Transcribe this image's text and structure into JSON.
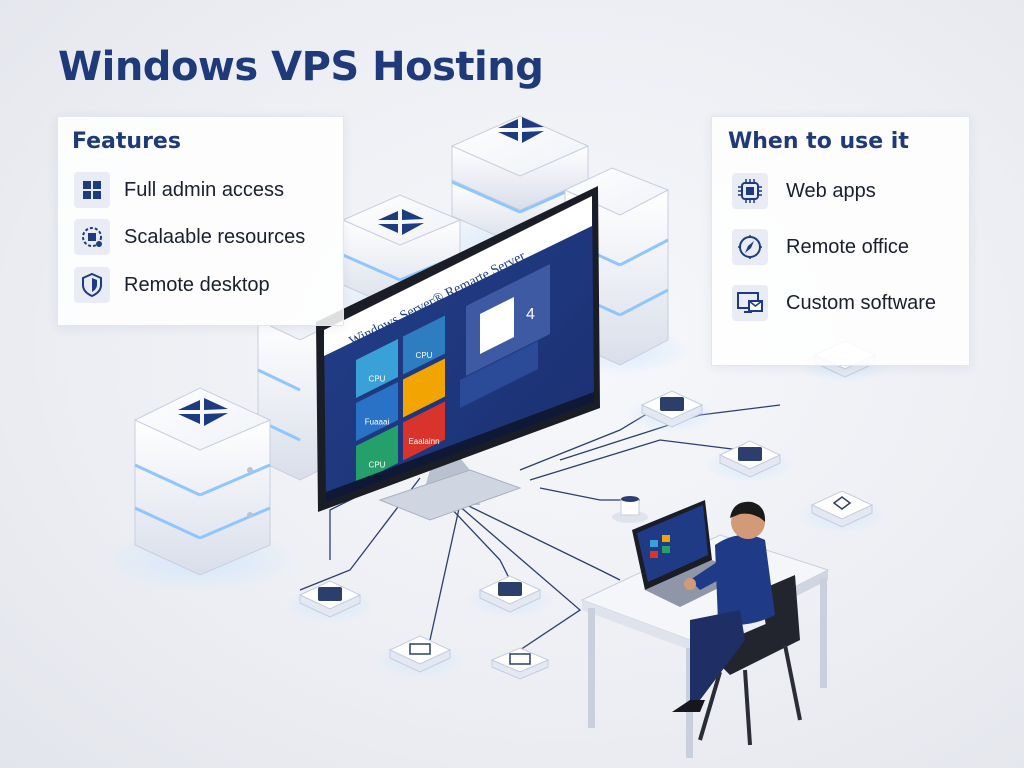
{
  "title": "Windows VPS Hosting",
  "features": {
    "heading": "Features",
    "items": [
      {
        "label": "Full admin access",
        "icon": "windows-logo-icon"
      },
      {
        "label": "Scalaable resources",
        "icon": "gear-chip-icon"
      },
      {
        "label": "Remote desktop",
        "icon": "shield-icon"
      }
    ]
  },
  "when_to_use": {
    "heading": "When to use it",
    "items": [
      {
        "label": "Web apps",
        "icon": "chip-icon"
      },
      {
        "label": "Remote office",
        "icon": "compass-icon"
      },
      {
        "label": "Custom software",
        "icon": "monitor-mail-icon"
      }
    ]
  },
  "monitor": {
    "window_title": "Windows Server® Remarte Server",
    "tiles": [
      {
        "label": "CPU",
        "color": "#3aa0d8"
      },
      {
        "label": "CPU",
        "color": "#2f7dc1"
      },
      {
        "label": "Fuaaai",
        "color": "#2a72c6"
      },
      {
        "label": "",
        "color": "#f2a400"
      },
      {
        "label": "CPU",
        "color": "#25a06a"
      },
      {
        "label": "Eaalainn",
        "color": "#d9342b"
      }
    ],
    "panel_digit": "4"
  },
  "colors": {
    "brand": "#1f3a7a",
    "accent_blue": "#2f6fd6",
    "server_dark": "#1d3b80",
    "glow": "#8fc6ff"
  }
}
